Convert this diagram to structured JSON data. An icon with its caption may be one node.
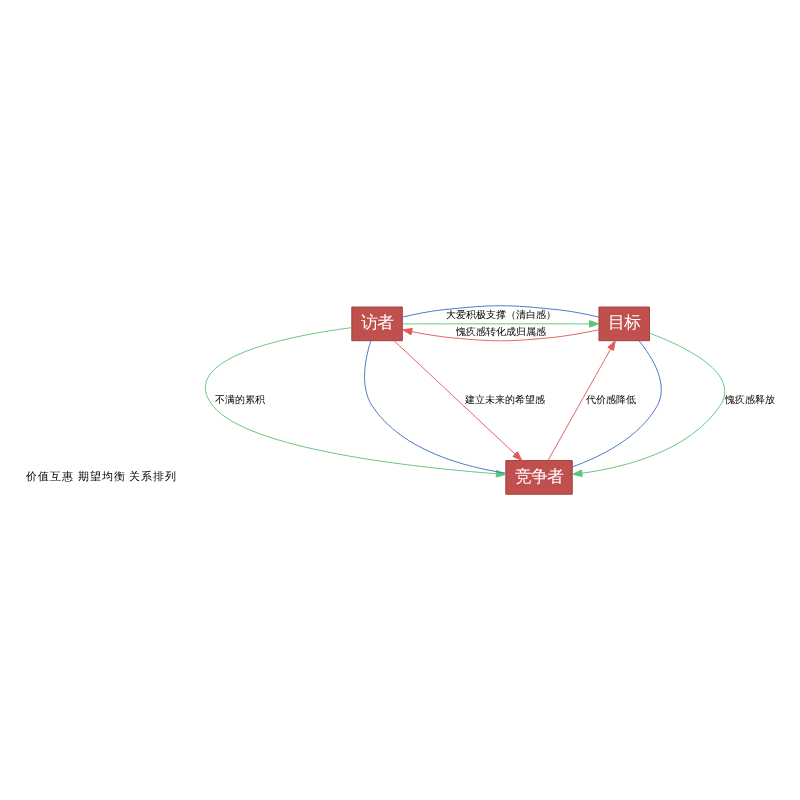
{
  "diagram": {
    "nodes": [
      {
        "text": [
          "访者"
        ]
      },
      {
        "text": [
          "目标"
        ]
      },
      {
        "text": [
          "竞争者"
        ]
      }
    ],
    "edges": [
      {
        "from": 0,
        "to": 1,
        "arrow": "to",
        "label": "大爱积极支撑（清白感）",
        "color": "#5cc47a"
      },
      {
        "from": 0,
        "to": 1,
        "arrow": "none",
        "color": "#4472c4"
      },
      {
        "from": 1,
        "to": 0,
        "arrow": "to",
        "label": "愧疚感转化成归属感",
        "color": "#e05a5a"
      },
      {
        "from": 0,
        "to": 2,
        "arrow": "to",
        "label": "不满的累积",
        "color": "#5cc47a"
      },
      {
        "from": 0,
        "to": 2,
        "arrow": "none",
        "color": "#4472c4"
      },
      {
        "from": 0,
        "to": 2,
        "arrow": "to",
        "label": "建立未来的希望感",
        "color": "#e05a5a"
      },
      {
        "from": 2,
        "to": 1,
        "arrow": "to",
        "label": "代价感降低",
        "color": "#e05a5a"
      },
      {
        "from": 2,
        "to": 1,
        "arrow": "none",
        "color": "#4472c4"
      },
      {
        "from": 1,
        "to": 2,
        "arrow": "to",
        "label": "愧疚感释放",
        "color": "#5cc47a"
      }
    ],
    "labels": [
      "价值互惠 期望均衡 关系排列"
    ]
  }
}
